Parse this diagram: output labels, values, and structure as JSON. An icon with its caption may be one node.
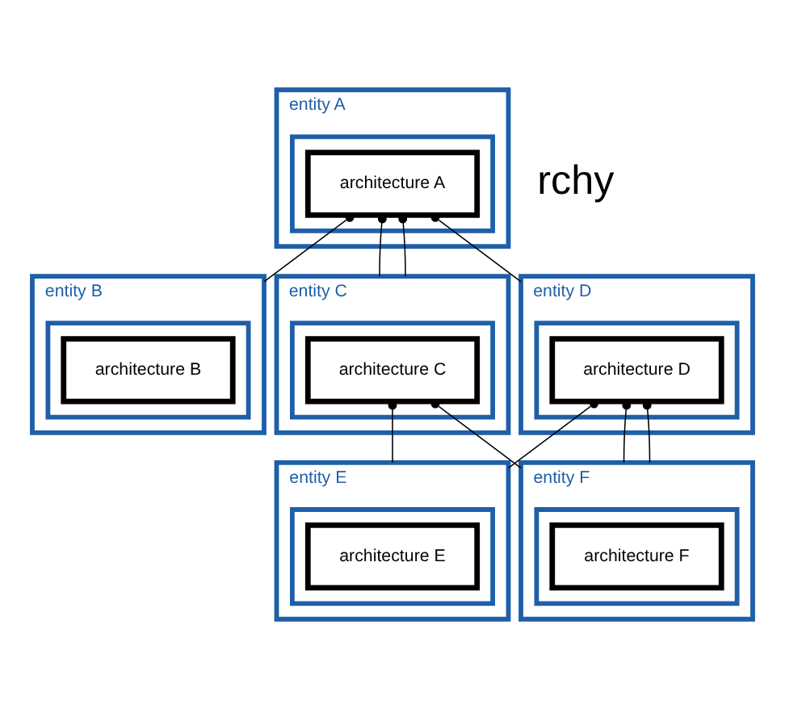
{
  "diagram": {
    "nodes": [
      {
        "text": [
          "entity A"
        ]
      },
      {
        "text": [],
        "shape": "box",
        "in": 0
      },
      {
        "text": [
          "architecture A"
        ],
        "in": 1
      },
      {
        "text": [
          "entity B"
        ]
      },
      {
        "text": [],
        "shape": "box",
        "in": 3
      },
      {
        "text": [
          "architecture B"
        ],
        "in": 4
      },
      {
        "text": [
          "entity C"
        ]
      },
      {
        "text": [],
        "shape": "box",
        "in": 6
      },
      {
        "text": [
          "architecture C"
        ],
        "in": 7
      },
      {
        "text": [
          "entity D"
        ]
      },
      {
        "text": [],
        "shape": "box",
        "in": 9
      },
      {
        "text": [
          "architecture D"
        ],
        "in": 10
      },
      {
        "text": [
          "entity E"
        ]
      },
      {
        "text": [],
        "shape": "box",
        "in": 12
      },
      {
        "text": [
          "architecture E"
        ],
        "in": 13
      },
      {
        "text": [
          "entity F"
        ]
      },
      {
        "text": [],
        "shape": "box",
        "in": 15
      },
      {
        "text": [
          "architecture F"
        ],
        "in": 16
      }
    ],
    "edges": [
      {
        "from": 2,
        "to": 3,
        "arrow": "other"
      },
      {
        "from": 2,
        "to": 6,
        "arrow": "other"
      },
      {
        "from": 2,
        "to": 9,
        "arrow": "other"
      },
      {
        "from": 2,
        "to": 6,
        "arrow": "other"
      },
      {
        "from": 8,
        "to": 12,
        "arrow": "other"
      },
      {
        "from": 8,
        "to": 15,
        "arrow": "other"
      },
      {
        "from": 11,
        "to": 12,
        "arrow": "other"
      },
      {
        "from": 11,
        "to": 15,
        "arrow": "other"
      },
      {
        "from": 11,
        "to": 15,
        "arrow": "other"
      }
    ],
    "labels": [
      "rchy"
    ]
  }
}
